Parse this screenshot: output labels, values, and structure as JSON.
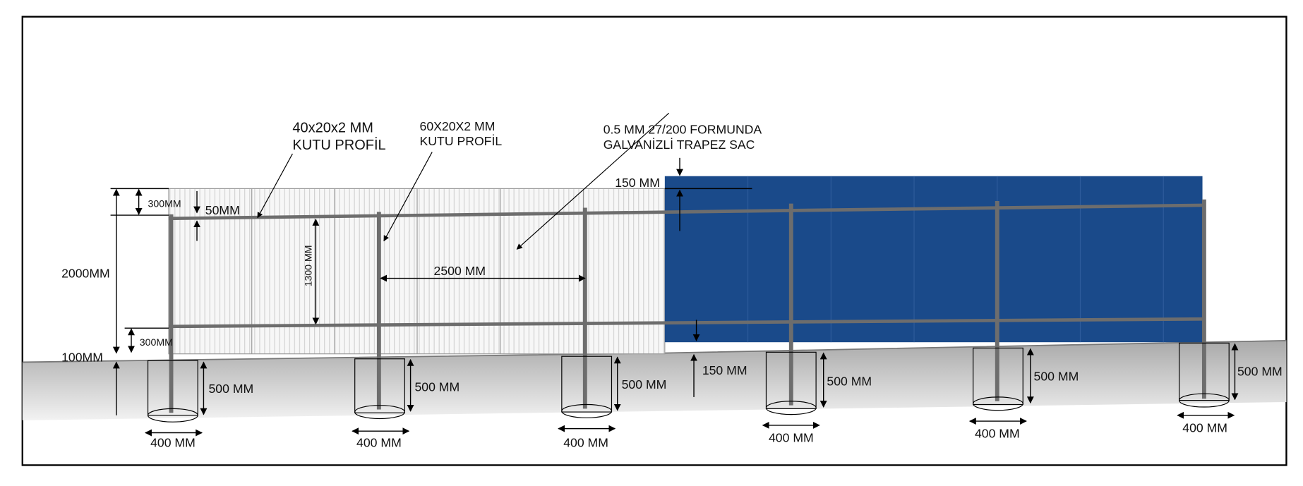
{
  "labels": {
    "profile_40": [
      "40x20x2 MM",
      "KUTU PROFİL"
    ],
    "profile_60": [
      "60X20X2 MM",
      "KUTU PROFİL"
    ],
    "sheet": [
      "0.5 MM 27/200 FORMUNDA",
      "GALVANİZLİ TRAPEZ SAC"
    ],
    "dim_150_top": "150 MM",
    "dim_300_top": "300MM",
    "dim_50": "50MM",
    "dim_2000": "2000MM",
    "dim_1300": "1300 MM",
    "dim_2500": "2500 MM",
    "dim_300_bottom": "300MM",
    "dim_100": "100MM",
    "dim_150_bottom": "150 MM",
    "footing_depth": "500 MM",
    "footing_width": "400 MM"
  },
  "colors": {
    "blue_panel": "#1a4a8a",
    "post": "#6d6d6d",
    "ground": "#b9b9b9"
  }
}
